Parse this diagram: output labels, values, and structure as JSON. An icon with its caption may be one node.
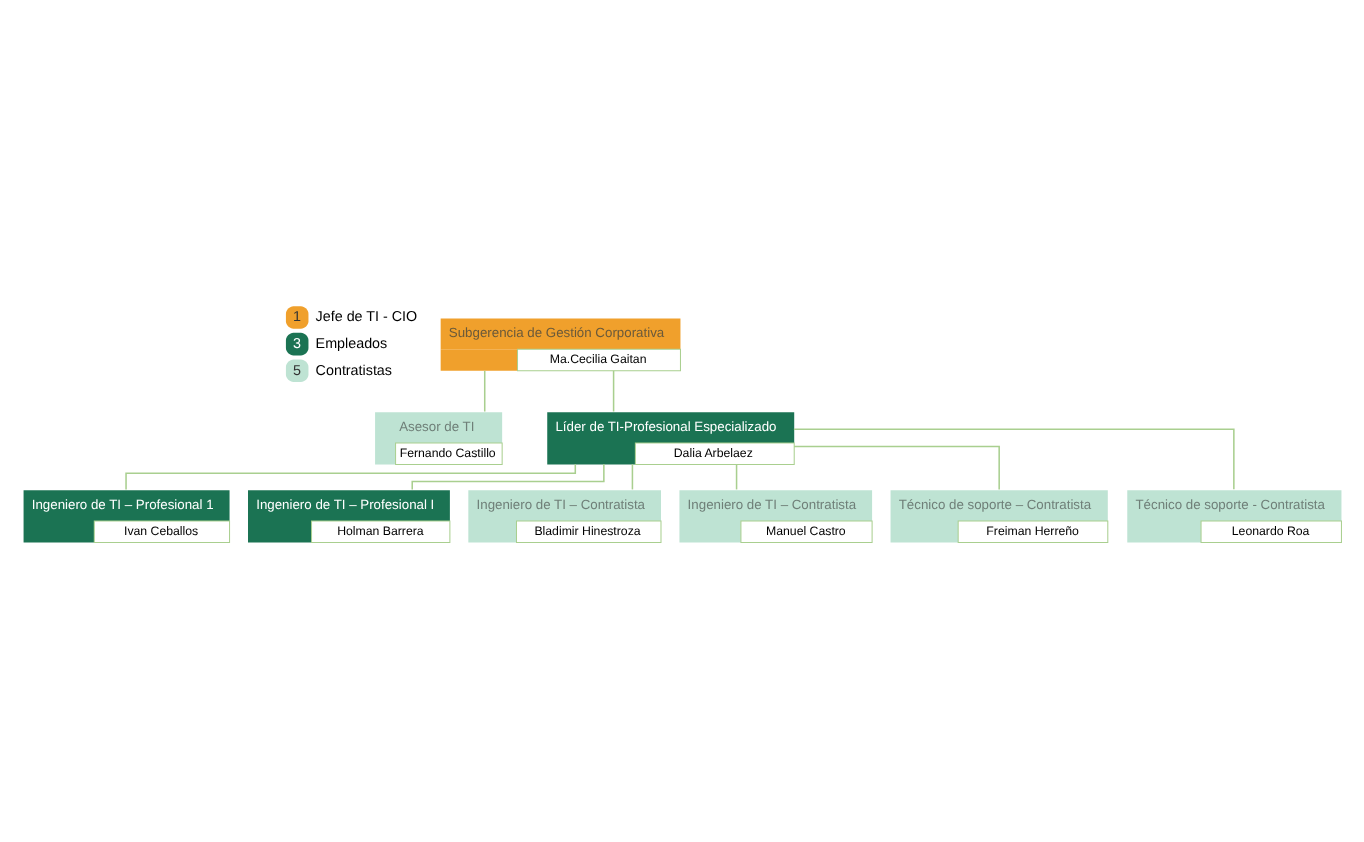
{
  "diagram": {
    "nodes": [
      {
        "text": [
          "Subgerencia de Gestión Corporativa",
          "Ma.Cecilia Gaitan"
        ]
      },
      {
        "text": [
          "Asesor de TI",
          "Fernando Castillo"
        ]
      },
      {
        "text": [
          "Líder de TI-Profesional Especializado",
          "Dalia Arbelaez"
        ]
      },
      {
        "text": [
          "Ingeniero de TI – Profesional 1",
          "Ivan Ceballos"
        ]
      },
      {
        "text": [
          "Ingeniero de TI – Profesional I",
          "Holman Barrera"
        ]
      },
      {
        "text": [
          "Ingeniero de TI – Contratista",
          "Bladimir Hinestroza"
        ]
      },
      {
        "text": [
          "Ingeniero de TI – Contratista",
          "Manuel Castro"
        ]
      },
      {
        "text": [
          "Técnico de soporte – Contratista",
          "Freiman Herreño"
        ]
      },
      {
        "text": [
          "Técnico de soporte - Contratista",
          "Leonardo Roa"
        ]
      }
    ],
    "edges": [
      {
        "from": 0,
        "to": 1,
        "arrow": "none"
      },
      {
        "from": 0,
        "to": 2,
        "arrow": "none"
      },
      {
        "from": 2,
        "to": 3,
        "arrow": "none"
      },
      {
        "from": 2,
        "to": 4,
        "arrow": "none"
      },
      {
        "from": 2,
        "to": 5,
        "arrow": "none"
      },
      {
        "from": 2,
        "to": 6,
        "arrow": "none"
      },
      {
        "from": 2,
        "to": 7,
        "arrow": "none"
      },
      {
        "from": 2,
        "to": 8,
        "arrow": "none"
      }
    ],
    "labels": [
      "1",
      "3",
      "5"
    ],
    "legend": [
      {
        "text": "Jefe de TI - CIO",
        "color": "#f0a02c"
      },
      {
        "text": "Empleados",
        "color": "#1b7353"
      },
      {
        "text": "Contratistas",
        "color": "#bee3d3"
      }
    ]
  }
}
